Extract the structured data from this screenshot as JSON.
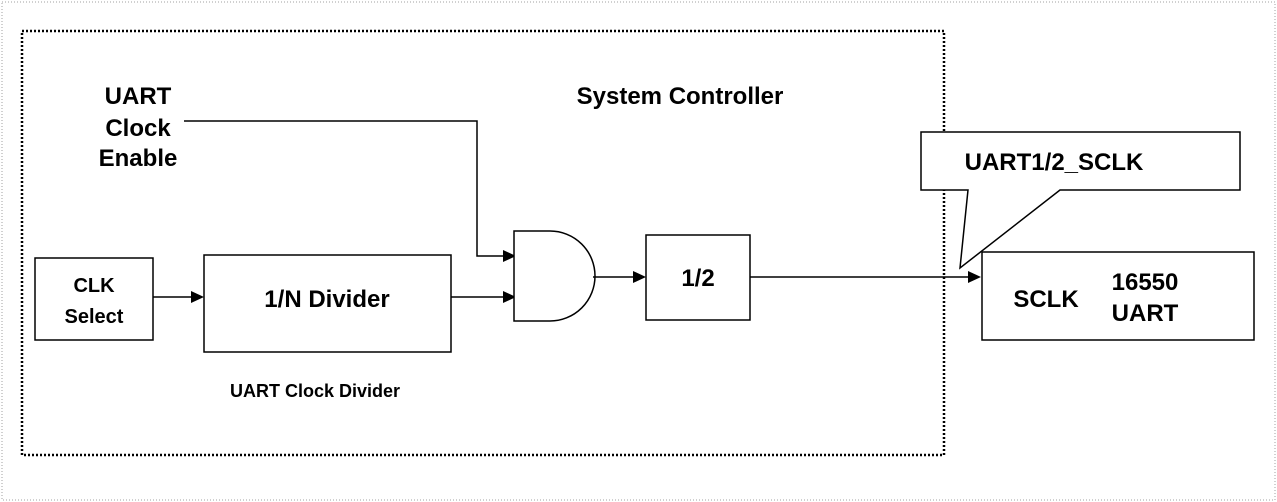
{
  "labels": {
    "system_controller": "System Controller",
    "uart_clock_enable": [
      "UART",
      "Clock",
      "Enable"
    ],
    "clk_select": [
      "CLK",
      "Select"
    ],
    "divider": "1/N Divider",
    "divider_caption": "UART Clock Divider",
    "half": "1/2",
    "callout": "UART1/2_SCLK",
    "sclk": "SCLK",
    "uart": [
      "16550",
      "UART"
    ]
  },
  "colors": {
    "line": "#000000",
    "background": "#ffffff",
    "outer_frame": "#a0a0a0"
  }
}
